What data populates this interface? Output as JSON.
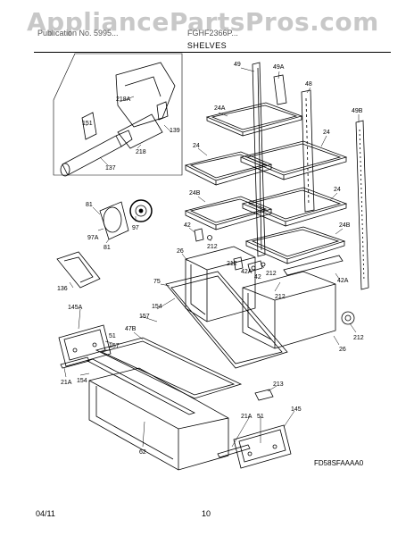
{
  "watermark": "AppliancePartsPros.com",
  "subtitle_left": "Publication No. 5995...",
  "subtitle_right": "FGHF2366P...",
  "section_title": "SHELVES",
  "figure_code": "FD58SFAAAA0",
  "footer_date": "04/11",
  "page_number": "10",
  "callouts": {
    "c49": "49",
    "c49a": "49A",
    "c48": "48",
    "c49b": "49B",
    "c24a": "24A",
    "c24_1": "24",
    "c24_2": "24",
    "c24_3": "24",
    "c24b_1": "24B",
    "c24b_2": "24B",
    "c151": "151",
    "c218a": "218A",
    "c139": "139",
    "c218": "218",
    "c137": "137",
    "c81_1": "81",
    "c81_2": "81",
    "c97": "97",
    "c97a": "97A",
    "c42_1": "42",
    "c42_2": "42",
    "c42a_1": "42A",
    "c42a_2": "42A",
    "c212_1": "212",
    "c212_2": "212",
    "c212_3": "212",
    "c212_4": "212",
    "c212_5": "212",
    "c26_1": "26",
    "c26_2": "26",
    "c136": "136",
    "c75": "75",
    "c154_1": "154",
    "c154_2": "154",
    "c157_1": "157",
    "c157_2": "157",
    "c47b": "47B",
    "c145a": "145A",
    "c51_1": "51",
    "c51_2": "51",
    "c21a_1": "21A",
    "c21a_2": "21A",
    "c213": "213",
    "c145": "145",
    "c62": "62"
  }
}
